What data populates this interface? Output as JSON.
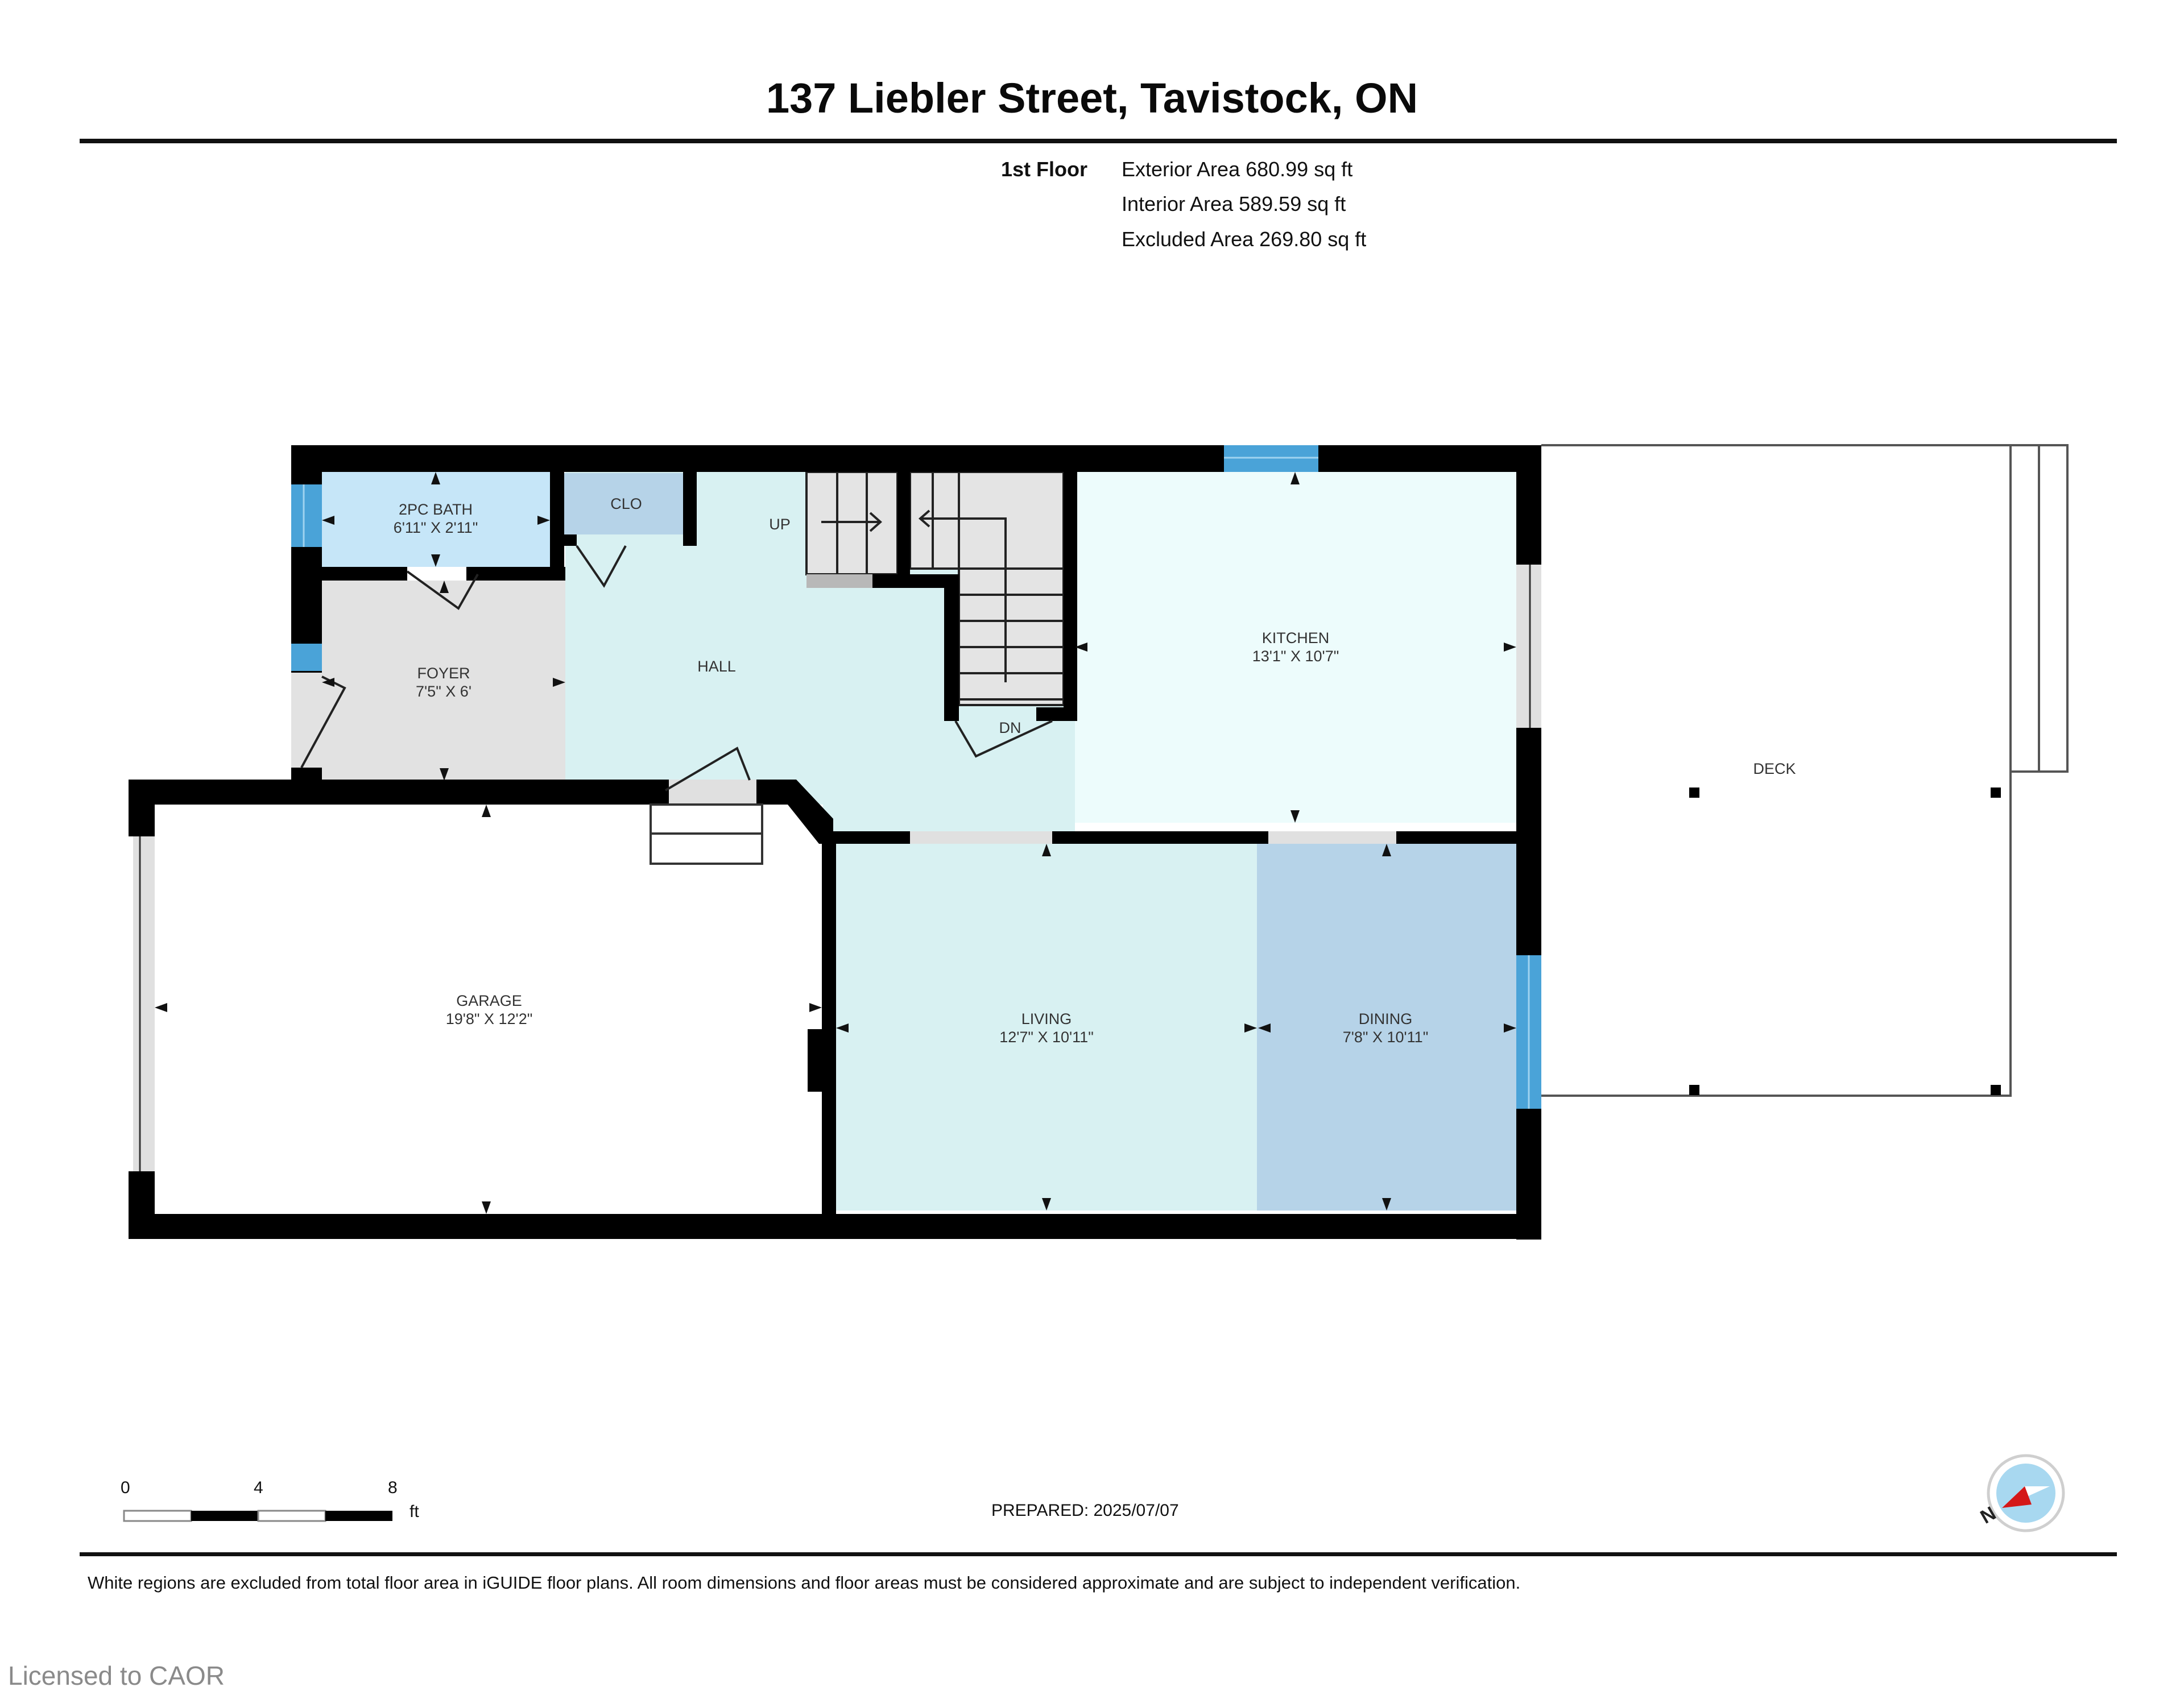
{
  "header": {
    "title": "137 Liebler Street, Tavistock, ON",
    "floor_label": "1st Floor",
    "areas": [
      "Exterior Area 680.99 sq ft",
      "Interior Area 589.59 sq ft",
      "Excluded Area 269.80 sq ft"
    ]
  },
  "rooms": {
    "bath": {
      "name": "2PC BATH",
      "dims": "6'11\" x 2'11\"",
      "color": "#c6e6f8"
    },
    "closet": {
      "name": "CLO",
      "dims": "",
      "color": "#b6d3e8"
    },
    "foyer": {
      "name": "FOYER",
      "dims": "7'5\" x 6'",
      "color": "#e2e2e2"
    },
    "hall": {
      "name": "HALL",
      "dims": "",
      "color": "#d8f1f2"
    },
    "kitchen": {
      "name": "KITCHEN",
      "dims": "13'1\" x 10'7\"",
      "color": "#edfcfc"
    },
    "garage": {
      "name": "GARAGE",
      "dims": "19'8\" x 12'2\"",
      "color": "#ffffff"
    },
    "living": {
      "name": "LIVING",
      "dims": "12'7\" x 10'11\"",
      "color": "#d8f1f2"
    },
    "dining": {
      "name": "DINING",
      "dims": "7'8\" x 10'11\"",
      "color": "#b6d3e8"
    },
    "deck": {
      "name": "DECK",
      "dims": "",
      "color": "#ffffff"
    }
  },
  "stairs": {
    "up_label": "UP",
    "down_label": "DN"
  },
  "colors": {
    "wall": "#000000",
    "window": "#4aa3d8",
    "door_opening": "#e0e0e0",
    "stairs": "#e4e4e4",
    "compass_red": "#d41818",
    "compass_blue": "#a8d8f0"
  },
  "scale_bar": {
    "ticks": [
      "0",
      "4",
      "8"
    ],
    "unit": "ft"
  },
  "footer": {
    "prepared": "PREPARED: 2025/07/07",
    "compass_label": "N",
    "disclaimer": "White regions are excluded from total floor area in iGUIDE floor plans. All room dimensions and floor areas must be considered approximate and are subject to independent verification.",
    "watermark": "Licensed to CAOR"
  }
}
